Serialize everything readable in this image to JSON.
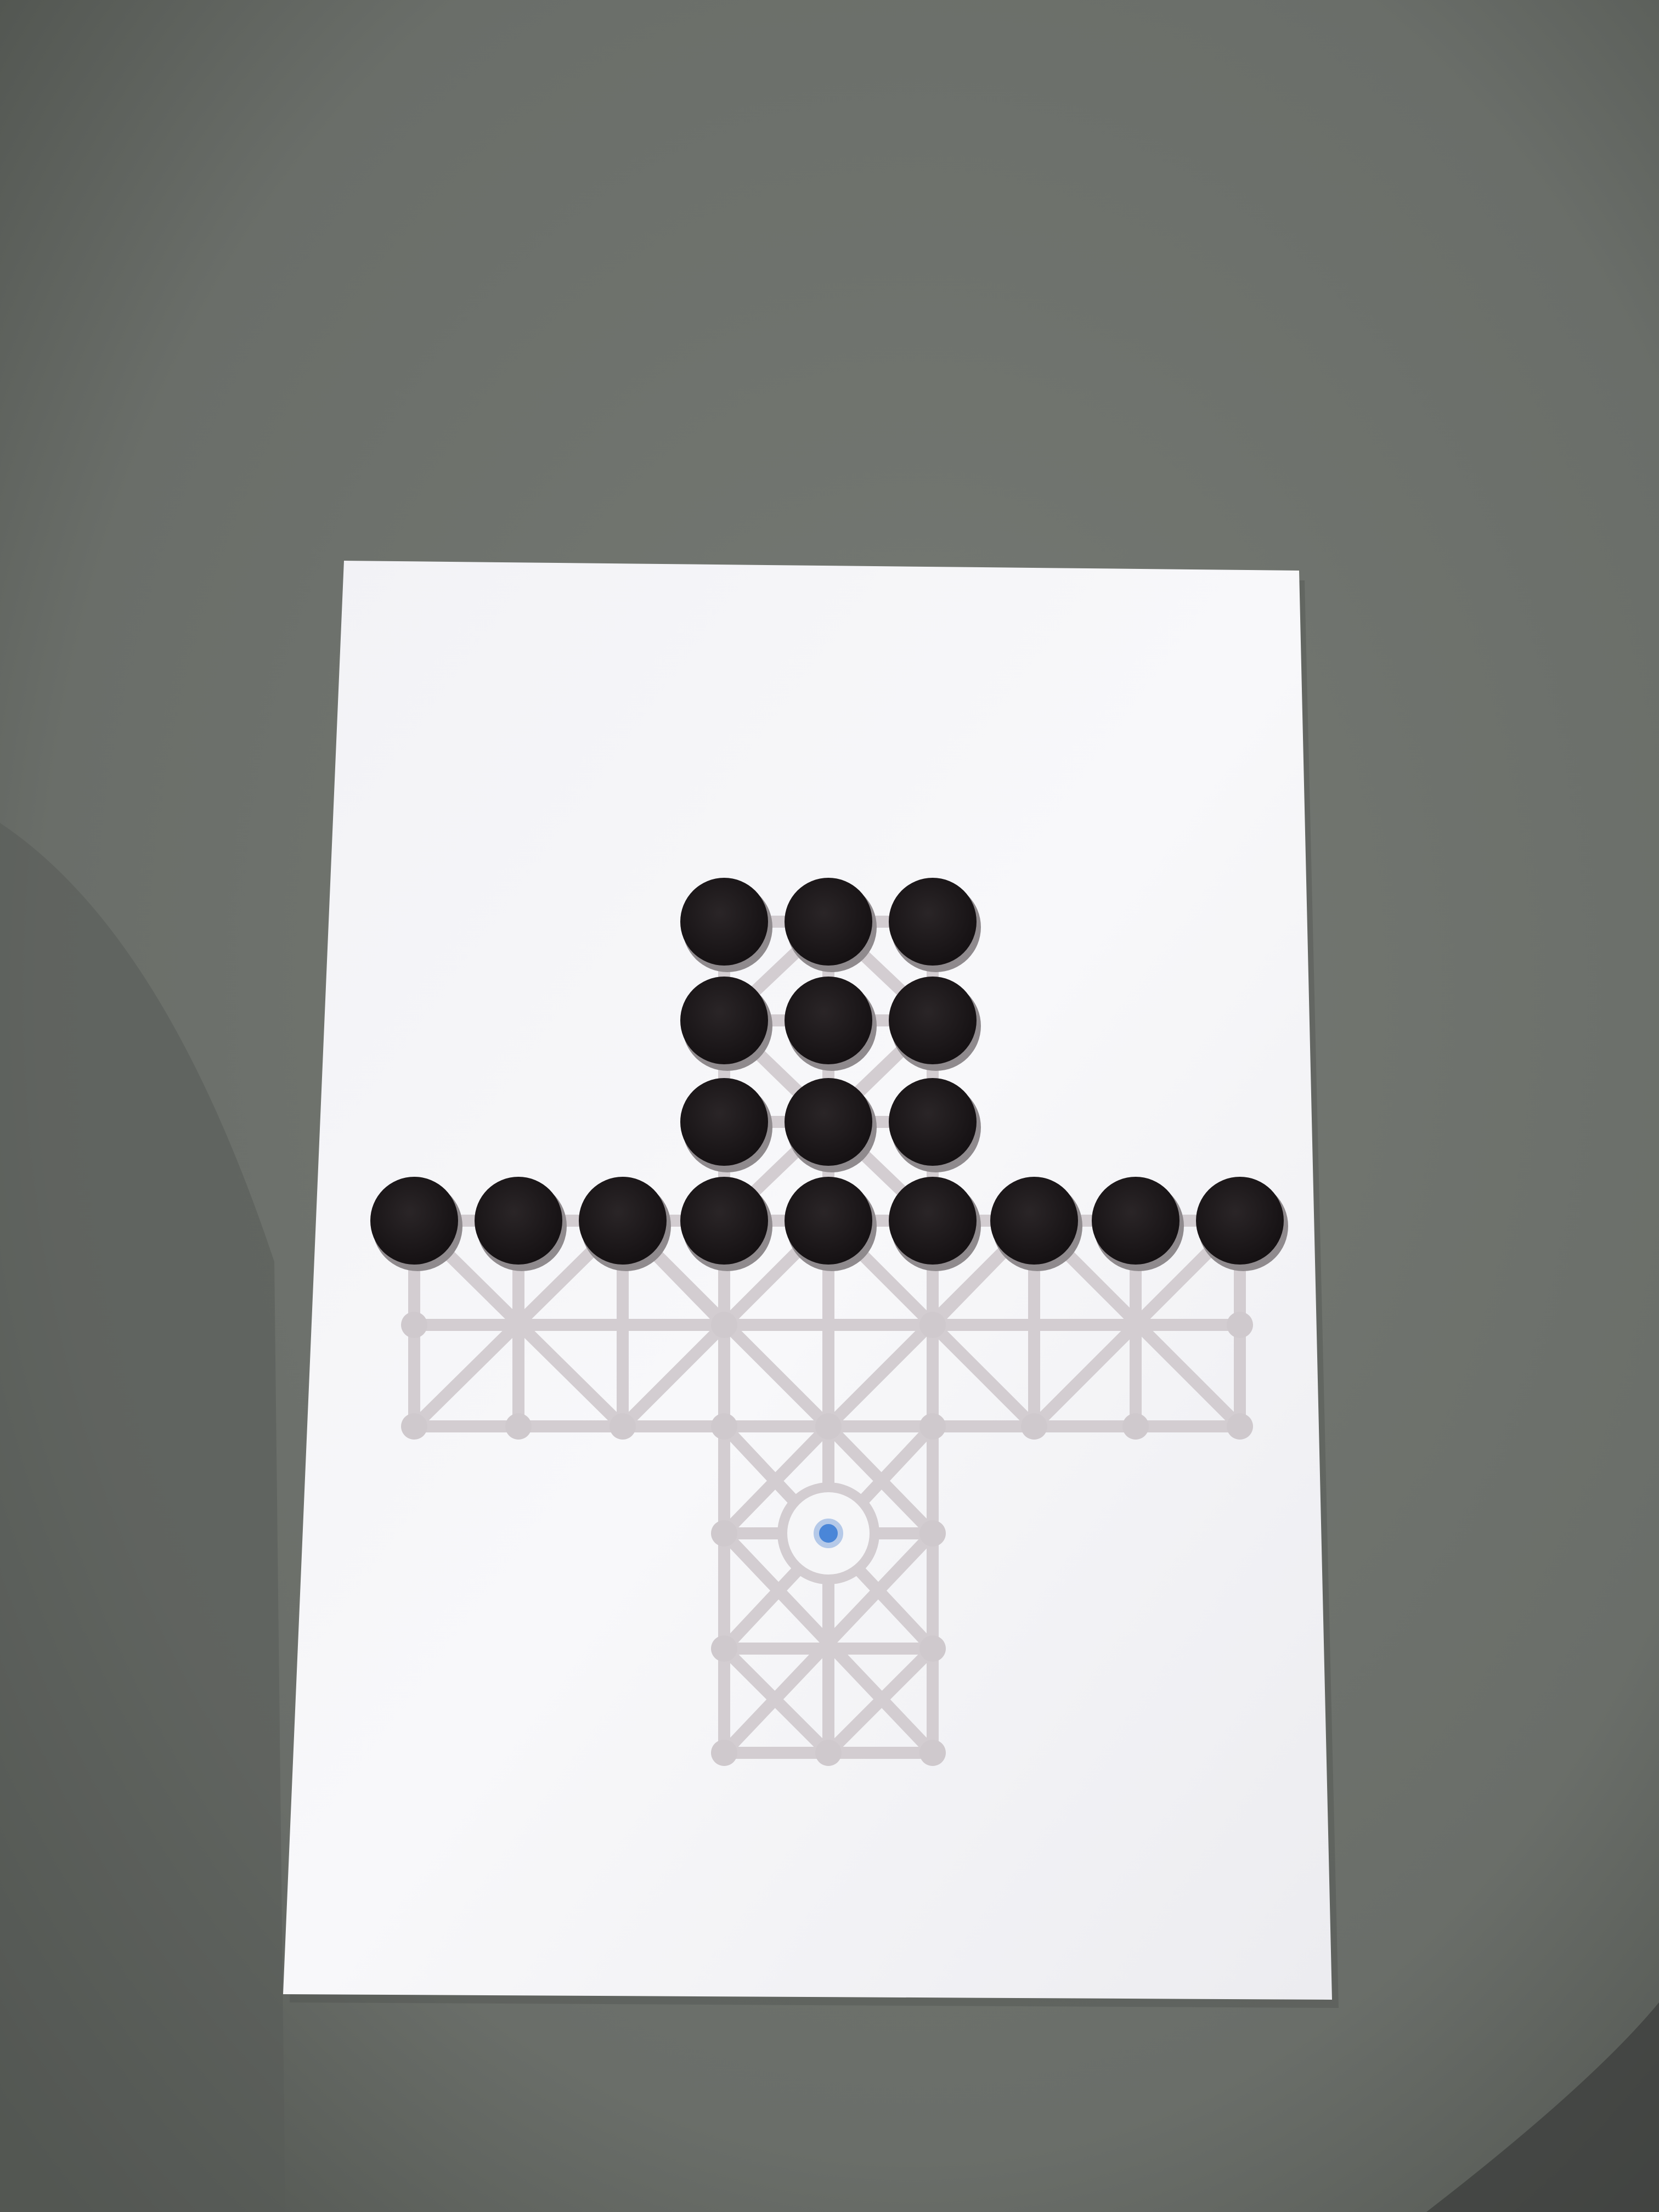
{
  "scene": {
    "kind": "photo of a printed board-game sheet on a grey table",
    "table_color": "#6d716c",
    "table_shadow_color": "#4f534f",
    "paper_color": "#f6f6f8",
    "paper_shadow_color": "#dcdde2"
  },
  "board": {
    "line_color": "#d3cdd1",
    "node_color": "#cfc9cd",
    "piece_color": "#1c1719",
    "piece_rim_color": "#8f8a8d",
    "piece_count": 18,
    "center_marker_color": "#4a86d8",
    "center_ring_color": "#d3cdd1"
  },
  "pieces": [
    {
      "col": 3,
      "row": 0
    },
    {
      "col": 4,
      "row": 0
    },
    {
      "col": 5,
      "row": 0
    },
    {
      "col": 3,
      "row": 1
    },
    {
      "col": 4,
      "row": 1
    },
    {
      "col": 5,
      "row": 1
    },
    {
      "col": 3,
      "row": 2
    },
    {
      "col": 4,
      "row": 2
    },
    {
      "col": 5,
      "row": 2
    },
    {
      "col": 0,
      "row": 3
    },
    {
      "col": 1,
      "row": 3
    },
    {
      "col": 2,
      "row": 3
    },
    {
      "col": 3,
      "row": 3
    },
    {
      "col": 4,
      "row": 3
    },
    {
      "col": 5,
      "row": 3
    },
    {
      "col": 6,
      "row": 3
    },
    {
      "col": 7,
      "row": 3
    },
    {
      "col": 8,
      "row": 3
    }
  ],
  "center_marker": {
    "col": 4,
    "row": 6
  }
}
